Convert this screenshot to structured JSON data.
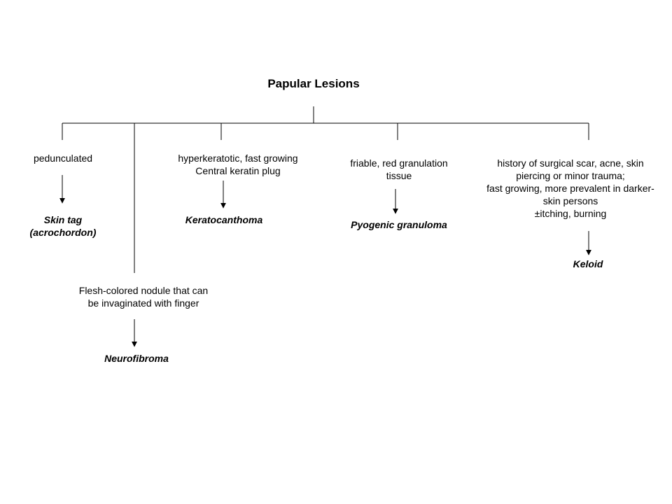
{
  "title": "Papular Lesions",
  "branches": [
    {
      "criteria": [
        "pedunculated"
      ],
      "diagnosis": [
        "Skin tag",
        "(acrochordon)"
      ]
    },
    {
      "criteria": [
        "Flesh-colored nodule that can",
        "be invaginated with finger"
      ],
      "diagnosis": [
        "Neurofibroma"
      ]
    },
    {
      "criteria": [
        "hyperkeratotic, fast growing",
        "Central keratin plug"
      ],
      "diagnosis": [
        "Keratocanthoma"
      ]
    },
    {
      "criteria": [
        "friable, red granulation",
        "tissue"
      ],
      "diagnosis": [
        "Pyogenic granuloma"
      ]
    },
    {
      "criteria": [
        "history of surgical scar, acne, skin",
        "piercing or minor trauma;",
        "fast growing, more prevalent in darker-",
        "skin persons",
        "±itching, burning"
      ],
      "diagnosis": [
        "Keloid"
      ]
    }
  ]
}
